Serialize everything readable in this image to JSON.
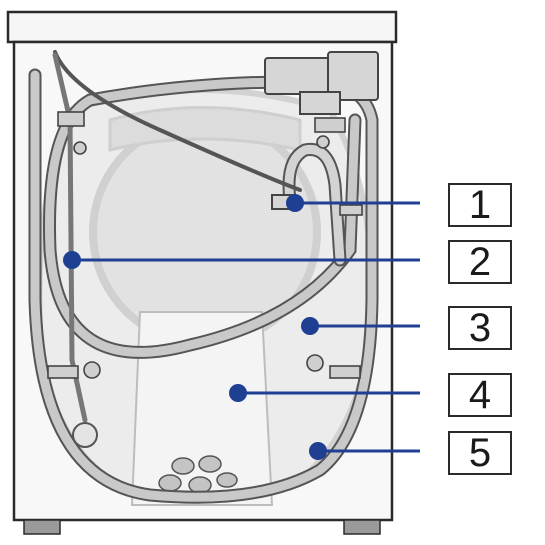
{
  "diagram": {
    "callouts": [
      {
        "label": "1"
      },
      {
        "label": "2"
      },
      {
        "label": "3"
      },
      {
        "label": "4"
      },
      {
        "label": "5"
      }
    ]
  },
  "colors": {
    "callout_line": "#1f3f93",
    "callout_dot": "#1f3f93",
    "outline": "#2a2a2a",
    "hose_fill": "#c9c9c9",
    "panel_fill": "#f3f3f3",
    "drum_fill": "#e6e6e6"
  }
}
